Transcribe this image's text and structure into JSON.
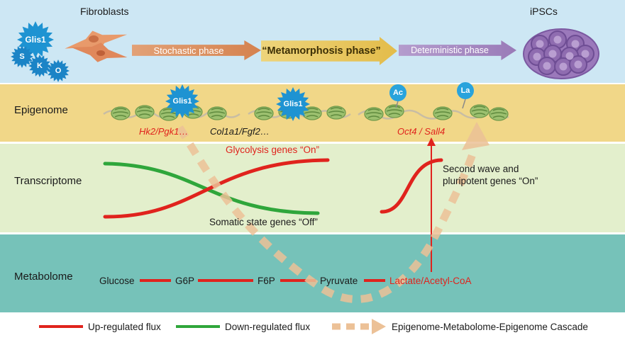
{
  "colors": {
    "band_top": "#cde7f4",
    "band_epigenome": "#f1d788",
    "band_transcriptome": "#e3efcc",
    "band_metabolome": "#76c2b9",
    "up_flux_red": "#e0231d",
    "down_flux_green": "#2fa63b",
    "cascade_tan": "#ecc197",
    "factor_blue": "#1e93d2",
    "stochastic_orange": "#d5824f",
    "metamorphosis_yellow": "#e9c95f",
    "deterministic_purple": "#a98cc4"
  },
  "header": {
    "fibroblasts_label": "Fibroblasts",
    "ipscs_label": "iPSCs",
    "factors": {
      "glis1": "Glis1",
      "s": "S",
      "k": "K",
      "o": "O"
    },
    "phases": {
      "stochastic": "Stochastic phase",
      "metamorphosis": "“Metamorphosis phase”",
      "deterministic": "Deterministic phase"
    }
  },
  "epigenome": {
    "label": "Epigenome",
    "glis1_cluster1": "Glis1",
    "glis1_cluster2": "Glis1",
    "ac_mark": "Ac",
    "la_mark": "La",
    "genes_early": "Hk2/Pgk1…",
    "genes_mid": "Col1a1/Fgf2…",
    "genes_late": "Oct4 / Sall4"
  },
  "transcriptome": {
    "label": "Transcriptome",
    "glycolysis": "Glycolysis genes “On”",
    "somatic": "Somatic state genes “Off”",
    "second_wave_line1": "Second wave and",
    "second_wave_line2": "pluripotent genes “On”"
  },
  "metabolome": {
    "label": "Metabolome",
    "metabolites": [
      "Glucose",
      "G6P",
      "F6P",
      "Pyruvate",
      "Lactate/Acetyl-CoA"
    ]
  },
  "legend": {
    "up": "Up-regulated flux",
    "down": "Down-regulated flux",
    "cascade": "Epigenome-Metabolome-Epigenome Cascade"
  }
}
